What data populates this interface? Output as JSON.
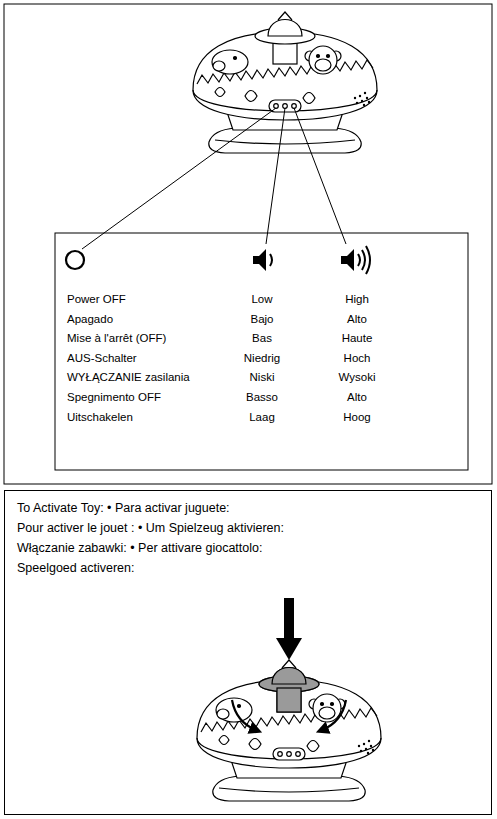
{
  "diagram": {
    "nodes": [
      {
        "text": [
          "To Activate Toy: • Para activar juguete:",
          "Pour activer le jouet : • Um Spielzeug aktivieren:",
          "Włączanie zabawki: • Per attivare giocattolo:",
          "Speelgoed activeren:"
        ]
      }
    ],
    "labels": [
      "Power OFF",
      "Low",
      "High",
      "Apagado",
      "Bajo",
      "Alto",
      "Mise à l'arrêt (OFF)",
      "Bas",
      "Haute",
      "AUS-Schalter",
      "Niedrig",
      "Hoch",
      "WYŁĄCZANIE zasilania",
      "Niski",
      "Wysoki",
      "Spegnimento OFF",
      "Basso",
      "Alto",
      "Uitschakelen",
      "Laag",
      "Hoog"
    ]
  }
}
